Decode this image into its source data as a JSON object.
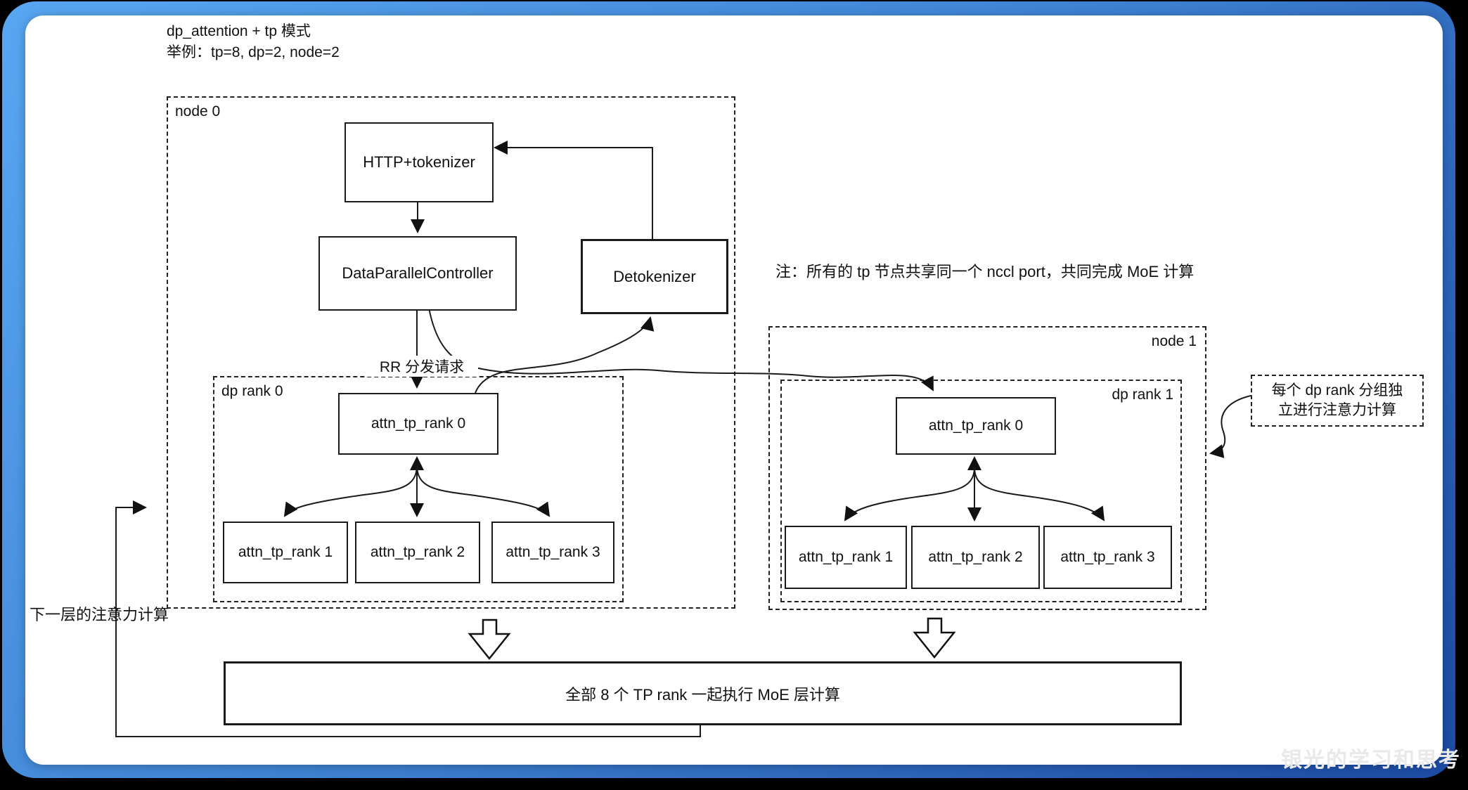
{
  "frame": {
    "outer_bg": "#000000",
    "gradient_start": "#58a6f1",
    "gradient_mid": "#4186d6",
    "gradient_end": "#1c4ba4",
    "panel_bg": "#ffffff",
    "line_color": "#1a1a1a"
  },
  "title": {
    "line1": "dp_attention + tp 模式",
    "line2": "举例：tp=8, dp=2, node=2"
  },
  "note": "注：所有的 tp 节点共享同一个 nccl port，共同完成 MoE 计算",
  "node0": {
    "label": "node 0",
    "http": "HTTP+tokenizer",
    "controller": "DataParallelController",
    "detokenizer": "Detokenizer",
    "rr_label": "RR 分发请求",
    "dp_rank": {
      "label": "dp rank 0",
      "rank0": "attn_tp_rank 0",
      "rank1": "attn_tp_rank 1",
      "rank2": "attn_tp_rank 2",
      "rank3": "attn_tp_rank 3"
    }
  },
  "node1": {
    "label": "node 1",
    "dp_rank": {
      "label": "dp rank 1",
      "rank0": "attn_tp_rank 0",
      "rank1": "attn_tp_rank 1",
      "rank2": "attn_tp_rank 2",
      "rank3": "attn_tp_rank 3"
    }
  },
  "annotation": {
    "line1": "每个 dp rank 分组独",
    "line2": "立进行注意力计算"
  },
  "next_layer_label": "下一层的注意力计算",
  "moe_label": "全部 8 个 TP rank 一起执行 MoE 层计算",
  "watermark": "银光的学习和思考"
}
